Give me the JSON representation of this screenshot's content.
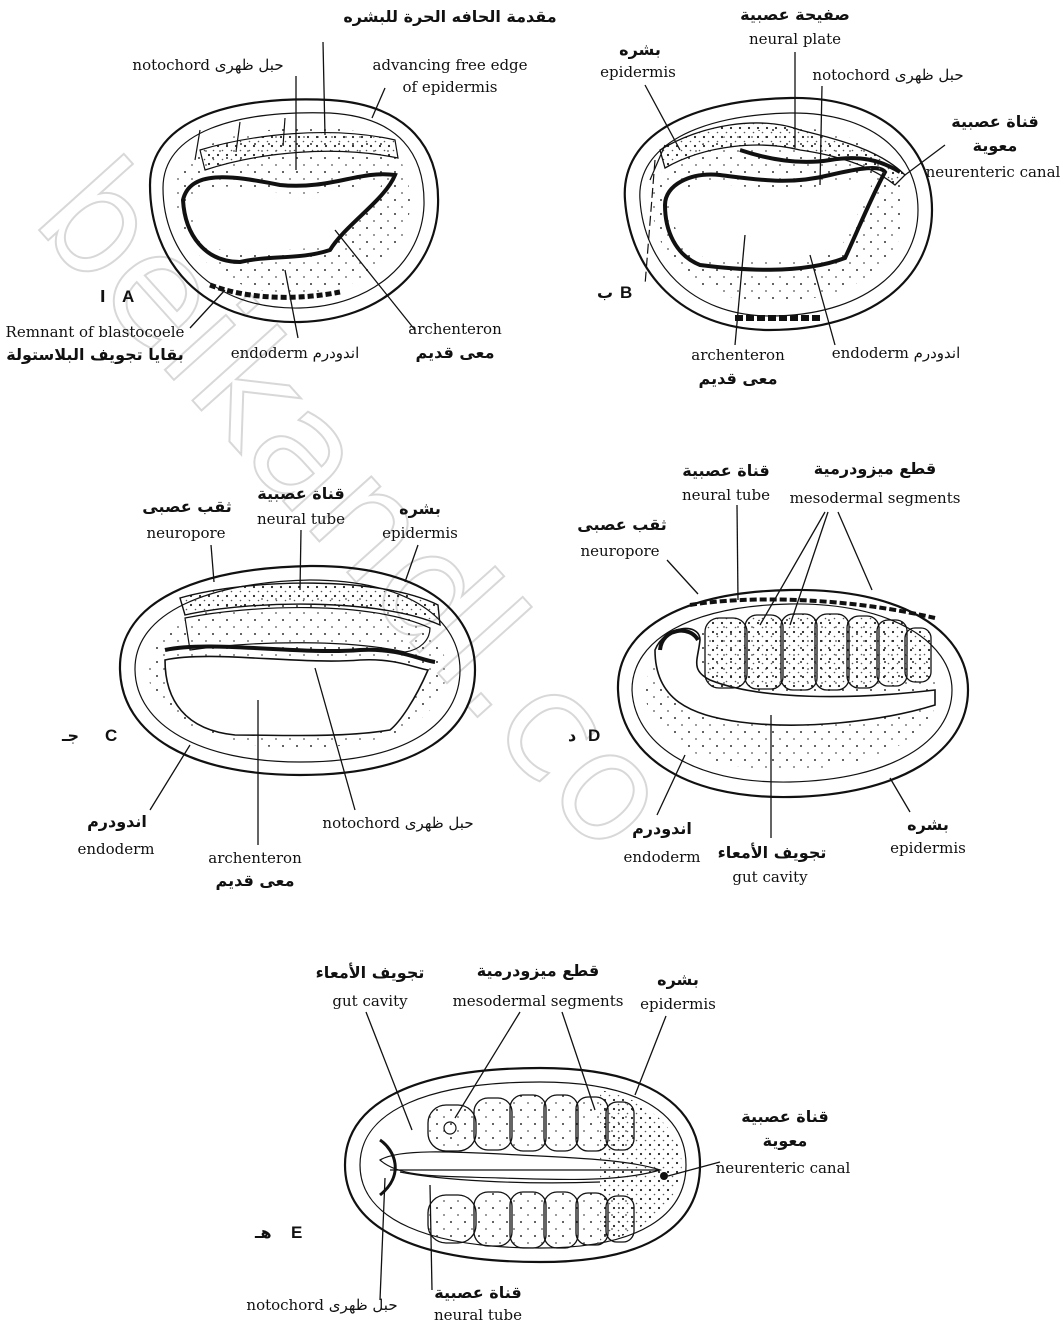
{
  "watermark": "beikandl.co",
  "panels": {
    "A": {
      "letter": "A",
      "letter_ar": "ا",
      "labels": {
        "advancing_ar": "مقدمة الحافه الحرة للبشره",
        "advancing_en_1": "advancing free edge",
        "advancing_en_2": "of epidermis",
        "notochord": "notochord حبل ظهرى",
        "remnant_en": "Remnant of blastocoele",
        "remnant_ar": "بقايا تجويف البلاستولة",
        "endoderm": "endoderm اندودرم",
        "archenteron_en": "archenteron",
        "archenteron_ar": "معى قديم"
      }
    },
    "B": {
      "letter": "B",
      "letter_ar": "ب",
      "labels": {
        "neural_plate_ar": "صفيحة عصبية",
        "neural_plate_en": "neural plate",
        "epidermis_ar": "بشره",
        "epidermis_en": "epidermis",
        "notochord": "notochord حبل ظهرى",
        "neurenteric_ar_1": "قناة عصبية",
        "neurenteric_ar_2": "معوية",
        "neurenteric_en": "neurenteric canal",
        "archenteron_en": "archenteron",
        "archenteron_ar": "معى قديم",
        "endoderm": "endoderm اندودرم"
      }
    },
    "C": {
      "letter": "C",
      "letter_ar": "جـ",
      "labels": {
        "neuropore_ar": "ثقب عصبى",
        "neuropore_en": "neuropore",
        "neural_tube_ar": "قناة عصبية",
        "neural_tube_en": "neural tube",
        "epidermis_ar": "بشره",
        "epidermis_en": "epidermis",
        "endoderm_ar": "اندودرم",
        "endoderm_en": "endoderm",
        "archenteron_en": "archenteron",
        "archenteron_ar": "معى قديم",
        "notochord": "notochord حبل ظهرى"
      }
    },
    "D": {
      "letter": "D",
      "letter_ar": "د",
      "labels": {
        "neural_tube_ar": "قناة عصبية",
        "neural_tube_en": "neural tube",
        "mesodermal_ar": "قطع ميزودرمية",
        "mesodermal_en": "mesodermal segments",
        "neuropore_ar": "ثقب عصبى",
        "neuropore_en": "neuropore",
        "endoderm_ar": "اندودرم",
        "endoderm_en": "endoderm",
        "gut_cavity_ar": "تجويف الأمعاء",
        "gut_cavity_en": "gut cavity",
        "epidermis_ar": "بشره",
        "epidermis_en": "epidermis"
      }
    },
    "E": {
      "letter": "E",
      "letter_ar": "هـ",
      "labels": {
        "gut_cavity_ar": "تجويف الأمعاء",
        "gut_cavity_en": "gut cavity",
        "mesodermal_ar": "قطع ميزودرمية",
        "mesodermal_en": "mesodermal segments",
        "epidermis_ar": "بشره",
        "epidermis_en": "epidermis",
        "neurenteric_ar_1": "قناة عصبية",
        "neurenteric_ar_2": "معوية",
        "neurenteric_en": "neurenteric canal",
        "notochord": "notochord حبل ظهرى",
        "neural_tube_ar": "قناة عصبية",
        "neural_tube_en": "neural tube"
      }
    }
  }
}
